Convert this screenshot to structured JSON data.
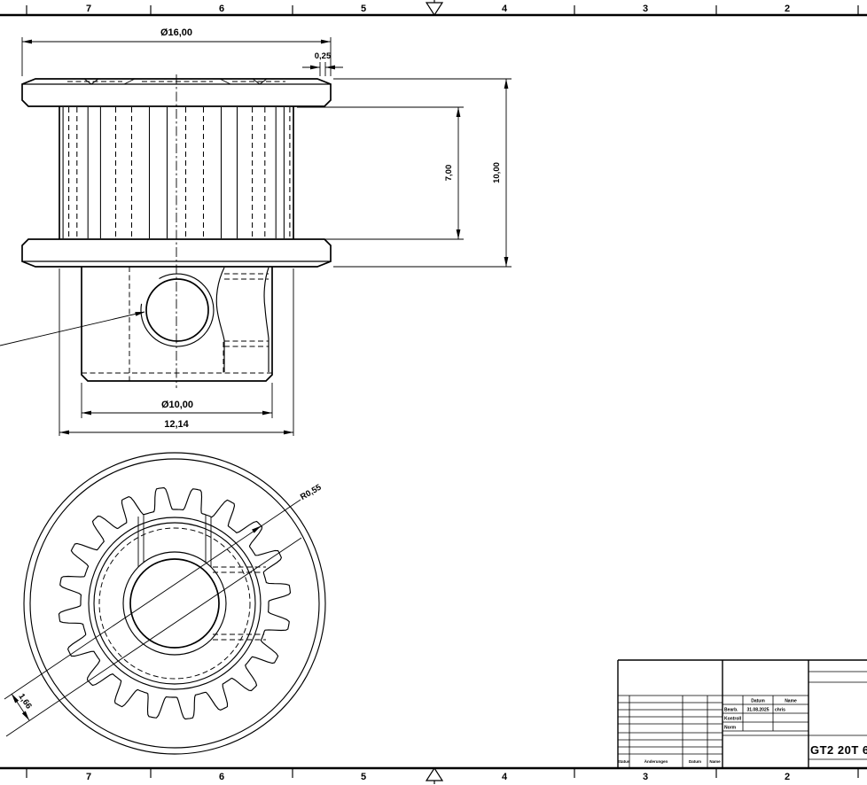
{
  "border": {
    "top_zone_labels": [
      "7",
      "6",
      "5",
      "4",
      "3",
      "2"
    ],
    "bottom_zone_labels": [
      "7",
      "6",
      "5",
      "4",
      "3",
      "2"
    ]
  },
  "front_view": {
    "dim_flange_diameter": "Ø16,00",
    "dim_flange_lip": "0,25",
    "dim_belt_width": "7,00",
    "dim_overall_width": "10,00",
    "dim_hub_diameter": "Ø10,00",
    "dim_outer_diameter": "12,14"
  },
  "top_view": {
    "tooth_count": 20,
    "dim_groove_radius": "R0,55",
    "dim_tooth_pitch": "1,66"
  },
  "title_block": {
    "title": "GT2 20T 6",
    "col_datum": "Datum",
    "col_name": "Name",
    "row_bearb_label": "Bearb.",
    "row_bearb_datum": "31.08.2025",
    "row_bearb_name": "chris",
    "row_kontroll_label": "Kontroll",
    "row_norm_label": "Norm",
    "bottom_status": "Status",
    "bottom_aenderungen": "Änderungen",
    "bottom_datum": "Datum",
    "bottom_name": "Name"
  },
  "colors": {
    "line": "#000000",
    "background": "#ffffff"
  }
}
